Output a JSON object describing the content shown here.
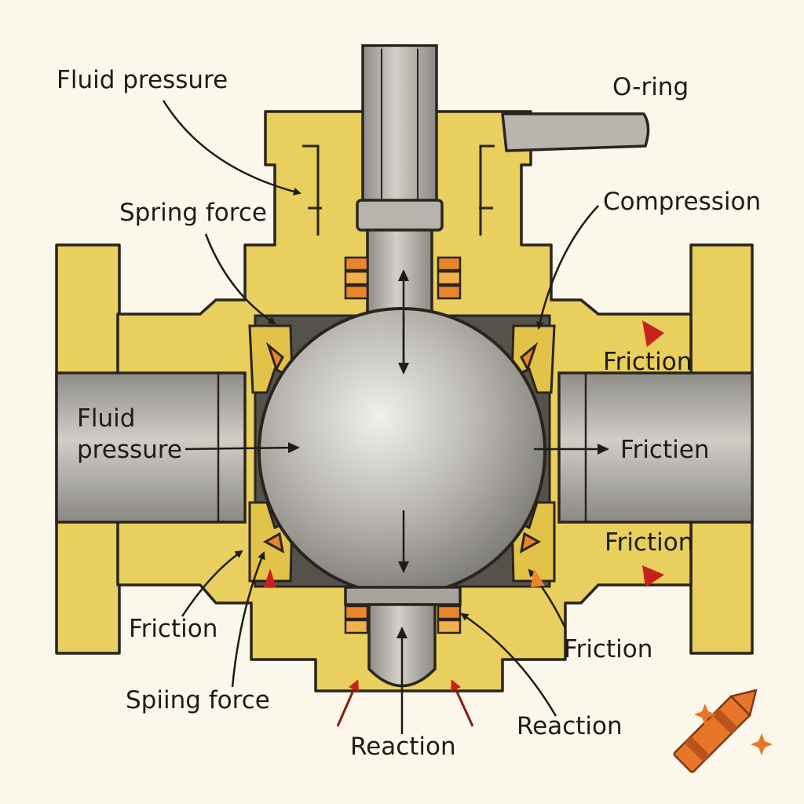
{
  "labels": {
    "fluid_pressure_top": "Fluid pressure",
    "o_ring": "O-ring",
    "spring_force_top": "Spring force",
    "compression": "Compression",
    "friction_right_upper": "Friction",
    "fluid_pressure_left_1": "Fluid",
    "fluid_pressure_left_2": "pressure",
    "frictien_right": "Frictien",
    "friction_right_lower": "Friction",
    "friction_left_lower": "Friction",
    "spiing_force": "Spiing force",
    "friction_bottom_right": "Friction",
    "reaction_bottom": "Reaction",
    "reaction_right": "Reaction"
  },
  "colors": {
    "brass": "#e8cf5e",
    "steel": "#a9a7a0",
    "pipe": "#b9b6ad",
    "outline": "#2a241c",
    "seal_orange": "#e9852b",
    "arrow_red": "#c5221c",
    "background": "#fbf7ea"
  },
  "icons": {
    "crayon": "crayon-icon",
    "sparkle": "sparkle-icon"
  }
}
